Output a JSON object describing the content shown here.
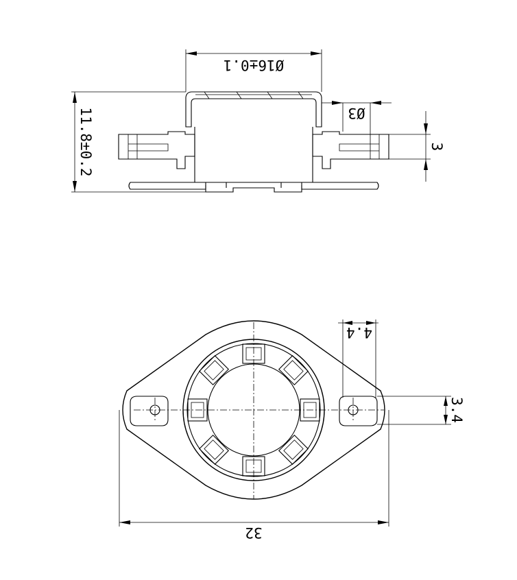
{
  "drawing": {
    "side_view": {
      "diameter_label": "Ø16±0.1",
      "height_label": "11.8±0.2",
      "hole_label": "Ø3",
      "flange_label": "3"
    },
    "top_view": {
      "width_label": "32",
      "hole_offset_label": "4.4",
      "hole_height_label": "3.4"
    }
  }
}
